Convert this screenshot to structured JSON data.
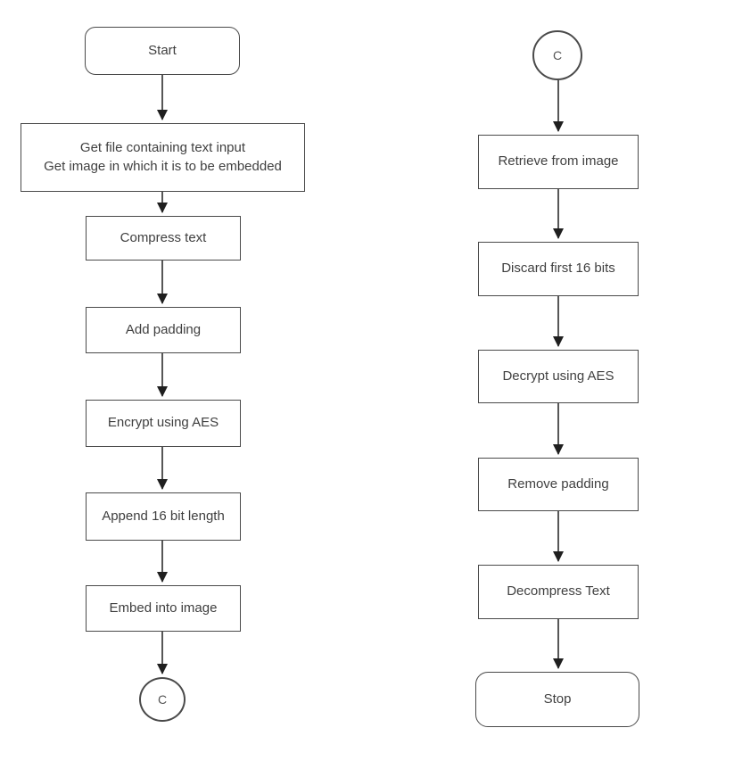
{
  "diagram": {
    "kind": "flowchart",
    "colors": {
      "background": "#ffffff",
      "node_fill": "#ffffff",
      "node_border": "#4a4a4a",
      "text": "#3f3f3f",
      "arrow": "#1f1f1f"
    }
  },
  "encode_flow": {
    "name": "embed-text-into-image",
    "nodes": [
      {
        "id": "start",
        "type": "terminator",
        "label": "Start"
      },
      {
        "id": "get-inputs",
        "type": "process",
        "label": "Get file containing text input\nGet image in which it is to be embedded"
      },
      {
        "id": "compress-text",
        "type": "process",
        "label": "Compress text"
      },
      {
        "id": "add-padding",
        "type": "process",
        "label": "Add padding"
      },
      {
        "id": "encrypt-aes",
        "type": "process",
        "label": "Encrypt using AES"
      },
      {
        "id": "append-length",
        "type": "process",
        "label": "Append 16 bit length"
      },
      {
        "id": "embed-image",
        "type": "process",
        "label": "Embed into image"
      },
      {
        "id": "connector-c",
        "type": "connector",
        "label": "C"
      }
    ]
  },
  "decode_flow": {
    "name": "extract-text-from-image",
    "nodes": [
      {
        "id": "connector-c",
        "type": "connector",
        "label": "C"
      },
      {
        "id": "retrieve-image",
        "type": "process",
        "label": "Retrieve from image"
      },
      {
        "id": "discard-bits",
        "type": "process",
        "label": "Discard first 16 bits"
      },
      {
        "id": "decrypt-aes",
        "type": "process",
        "label": "Decrypt using AES"
      },
      {
        "id": "remove-padding",
        "type": "process",
        "label": "Remove padding"
      },
      {
        "id": "decompress-text",
        "type": "process",
        "label": "Decompress Text"
      },
      {
        "id": "stop",
        "type": "terminator",
        "label": "Stop"
      }
    ]
  }
}
